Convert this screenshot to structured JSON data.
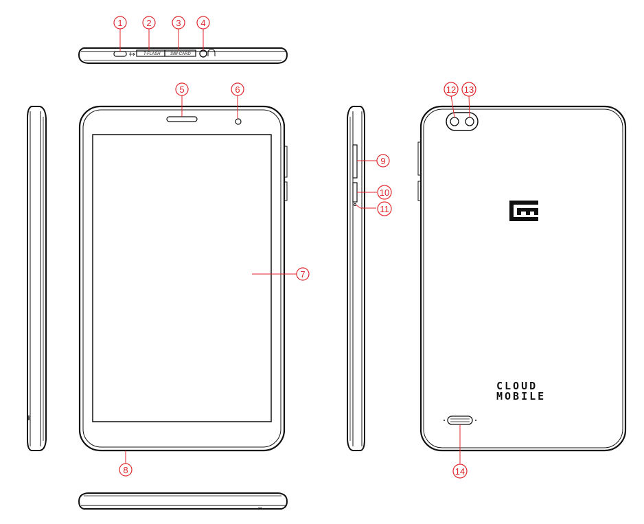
{
  "ports": {
    "tflash": "T-FLASH",
    "simcard": "SIM-CARD"
  },
  "brand": {
    "line1": "CLOUD",
    "line2": "MOBILE"
  },
  "callouts": [
    "1",
    "2",
    "3",
    "4",
    "5",
    "6",
    "7",
    "8",
    "9",
    "10",
    "11",
    "12",
    "13",
    "14"
  ],
  "colors": {
    "callout": "#e0262b",
    "outline": "#111111"
  }
}
